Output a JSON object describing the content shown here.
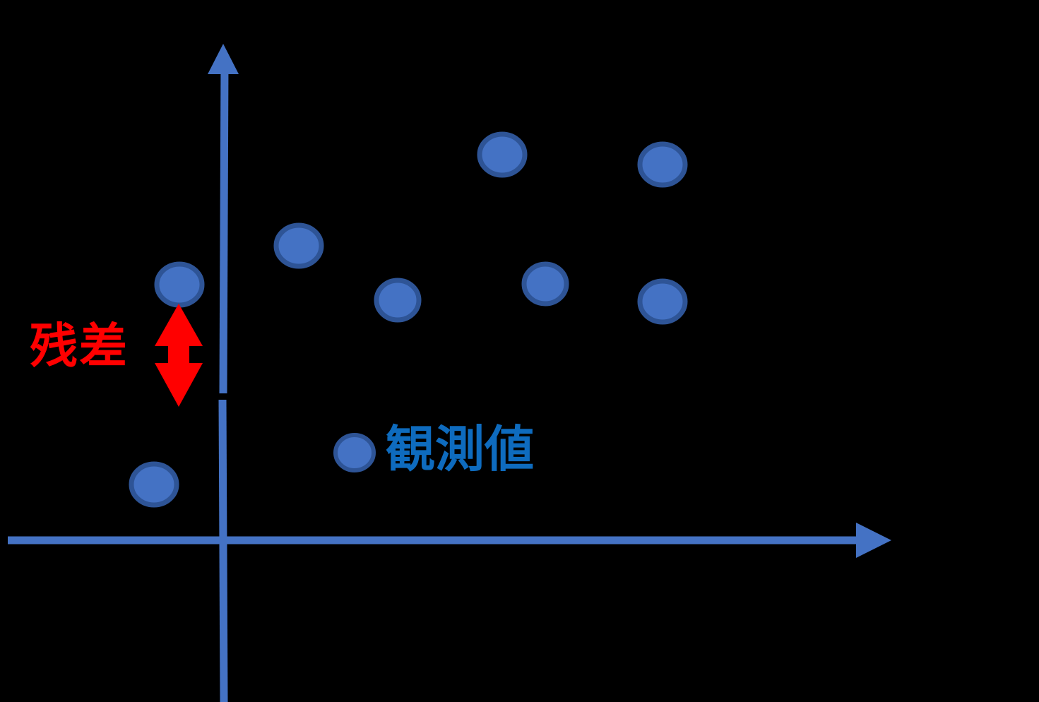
{
  "figure": {
    "background_color": "#000000",
    "marker_fill": "#4472C4",
    "marker_stroke": "#2E5496",
    "axis_color": "#4472C4",
    "residual_color": "#FF0000",
    "legend_text_color": "#0E6BBE"
  },
  "annotations": {
    "residual_label": "残差",
    "legend_label": "観測値"
  },
  "chart_data": {
    "type": "scatter",
    "title": "",
    "xlabel": "",
    "ylabel": "",
    "grid": false,
    "legend_position": "inside-bottom-left",
    "axis_style": "arrow-axes-no-ticks",
    "xlim": [
      0,
      1471
    ],
    "ylim": [
      0,
      994
    ],
    "series": [
      {
        "name": "観測値",
        "color": "#4472C4",
        "points": [
          {
            "x": 254,
            "y": 403,
            "rx": 32,
            "ry": 29,
            "shape": "ellipse"
          },
          {
            "x": 218,
            "y": 686,
            "rx": 32,
            "ry": 29,
            "shape": "ellipse"
          },
          {
            "x": 423,
            "y": 348,
            "rx": 32,
            "ry": 29,
            "shape": "ellipse"
          },
          {
            "x": 711,
            "y": 219,
            "rx": 32,
            "ry": 29,
            "shape": "ellipse"
          },
          {
            "x": 938,
            "y": 233,
            "rx": 32,
            "ry": 29,
            "shape": "ellipse"
          },
          {
            "x": 563,
            "y": 425,
            "rx": 30,
            "ry": 28,
            "shape": "clipped-bottom-right"
          },
          {
            "x": 772,
            "y": 402,
            "rx": 30,
            "ry": 28,
            "shape": "clipped-top-left"
          },
          {
            "x": 938,
            "y": 427,
            "rx": 32,
            "ry": 29,
            "shape": "ellipse"
          }
        ]
      }
    ],
    "annotations": [
      {
        "kind": "double-arrow",
        "label": "残差",
        "color": "#FF0000",
        "x": 253,
        "y_top": 430,
        "y_bottom": 576,
        "meaning": "vertical distance between observed point and fitted line"
      },
      {
        "kind": "legend-marker",
        "label": "観測値",
        "x": 502,
        "y": 641,
        "rx": 27,
        "ry": 25
      }
    ],
    "axes": {
      "y_axis": {
        "x": 317,
        "y_top": 62,
        "y_bottom": 994,
        "arrow": "up",
        "break_at": 560
      },
      "x_axis": {
        "y": 765,
        "x_left": 11,
        "x_right": 1262,
        "arrow": "right"
      }
    }
  }
}
